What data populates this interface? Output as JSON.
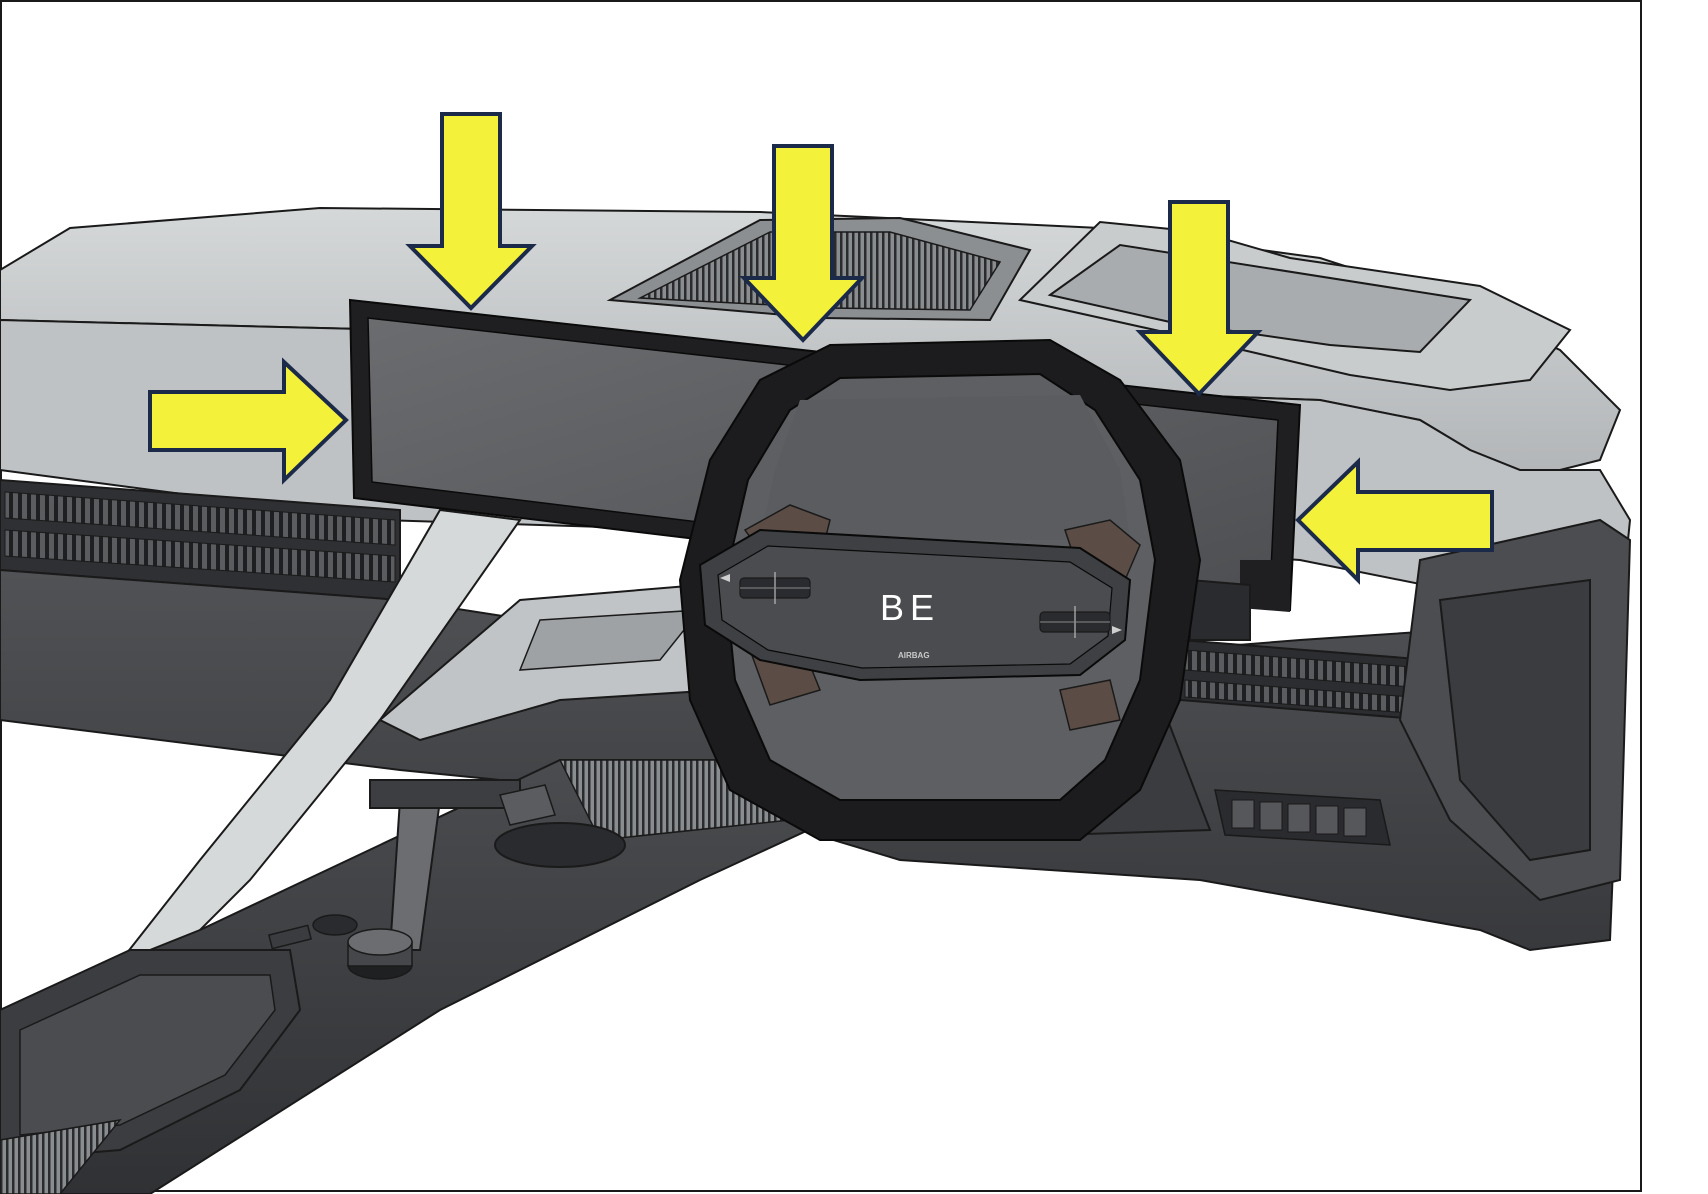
{
  "illustration": {
    "steering_wheel": {
      "logo_text": "BE",
      "airbag_text": "AIRBAG"
    }
  },
  "colors": {
    "arrow_fill": "#f4f13a",
    "arrow_outline": "#1c2a4a",
    "dash_light": "#c7cacb",
    "dash_mid": "#7d8083",
    "dash_dark": "#3d3f42",
    "screen": "#5b5d60",
    "frame": "#1f1f22"
  },
  "arrows": [
    {
      "id": "arrow-top-left",
      "points_to": "cluster-screen-top-edge",
      "direction": "down"
    },
    {
      "id": "arrow-top-center",
      "points_to": "cluster-screen-top-edge",
      "direction": "down"
    },
    {
      "id": "arrow-top-right",
      "points_to": "cluster-screen-top-edge",
      "direction": "down"
    },
    {
      "id": "arrow-left",
      "points_to": "cluster-screen-left-edge",
      "direction": "right"
    },
    {
      "id": "arrow-right",
      "points_to": "cluster-screen-right-edge",
      "direction": "left"
    }
  ]
}
